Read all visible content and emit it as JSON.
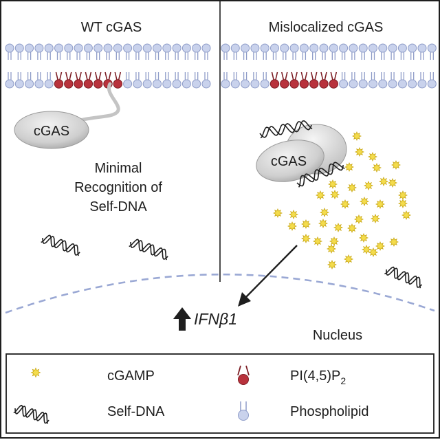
{
  "panels": {
    "left_title": "WT cGAS",
    "right_title": "Mislocalized cGAS"
  },
  "left": {
    "cgas_label": "cGAS",
    "caption_line1": "Minimal",
    "caption_line2": "Recognition of",
    "caption_line3": "Self-DNA"
  },
  "right": {
    "cgas_label": "cGAS"
  },
  "nucleus": {
    "label": "Nucleus",
    "gene": "IFNβ1"
  },
  "legend": {
    "cgamp": "cGAMP",
    "self_dna": "Self-DNA",
    "pip2_main": "PI(4,5)P",
    "pip2_sub": "2",
    "phospholipid": "Phospholipid"
  },
  "colors": {
    "phospholipid_fill": "#c9d2ec",
    "phospholipid_stroke": "#8e9cc8",
    "pip2_fill": "#b8323c",
    "pip2_stroke": "#7c1d24",
    "cgamp_fill": "#f4dc4c",
    "cgamp_stroke": "#c9a815",
    "nucleus_dash": "#9aa8d4",
    "ink": "#1e1e1e"
  }
}
